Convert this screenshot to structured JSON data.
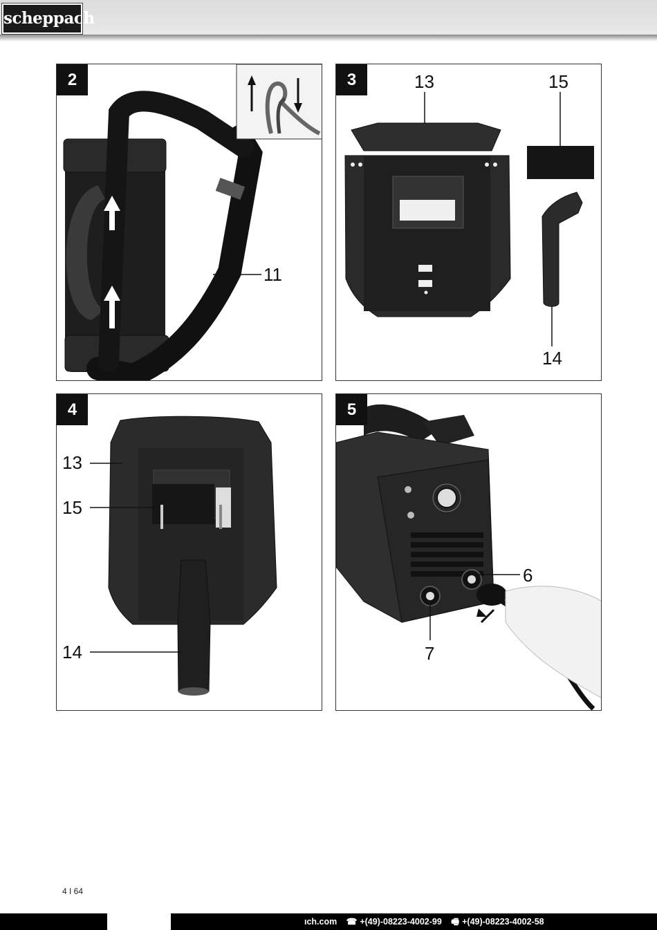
{
  "brand": {
    "logo_text": "scheppach"
  },
  "figures": [
    {
      "number": "2",
      "labels": [
        "11"
      ]
    },
    {
      "number": "3",
      "labels": [
        "13",
        "15",
        "14"
      ]
    },
    {
      "number": "4",
      "labels": [
        "13",
        "15",
        "14"
      ]
    },
    {
      "number": "5",
      "labels": [
        "6",
        "7"
      ]
    }
  ],
  "page_number": "4 I 64",
  "footer": {
    "website": "ıch.com",
    "phone_icon": "phone-icon",
    "phone": "+(49)-08223-4002-99",
    "fax_icon": "fax-icon",
    "fax": "+(49)-08223-4002-58"
  }
}
